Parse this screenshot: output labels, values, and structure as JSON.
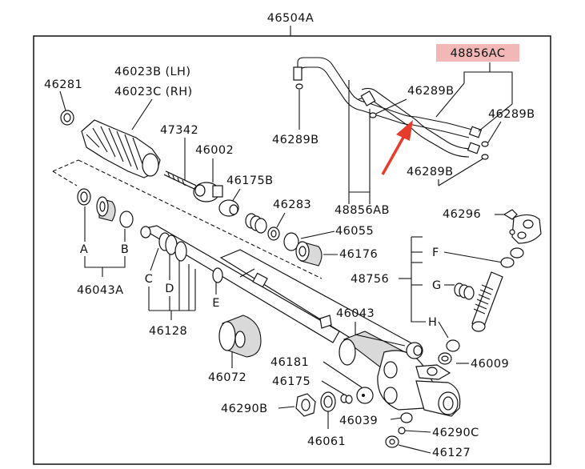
{
  "assembly": {
    "number": "46504A"
  },
  "highlight": {
    "part": "48856AC",
    "fill": "#f2b8b8",
    "arrow_color": "#e53c2c"
  },
  "parts": {
    "p46281": "46281",
    "p46023b": "46023B (LH)",
    "p46023c": "46023C (RH)",
    "p47342": "47342",
    "p46002": "46002",
    "p46175b": "46175B",
    "p46283": "46283",
    "p46055": "46055",
    "p46176": "46176",
    "p48756": "48756",
    "p46043a": "46043A",
    "p46128": "46128",
    "p46043": "46043",
    "p46072": "46072",
    "p46181": "46181",
    "p46175": "46175",
    "p46290b": "46290B",
    "p46039": "46039",
    "p46061": "46061",
    "p46290c": "46290C",
    "p46127": "46127",
    "p46009": "46009",
    "p46296": "46296",
    "p46289b_left": "46289B",
    "p46289b_top": "46289B",
    "p46289b_right": "46289B",
    "p46289b_bottom": "46289B",
    "p48856ab": "48856AB"
  },
  "letters": {
    "A": "A",
    "B": "B",
    "C": "C",
    "D": "D",
    "E": "E",
    "F": "F",
    "G": "G",
    "H": "H"
  }
}
